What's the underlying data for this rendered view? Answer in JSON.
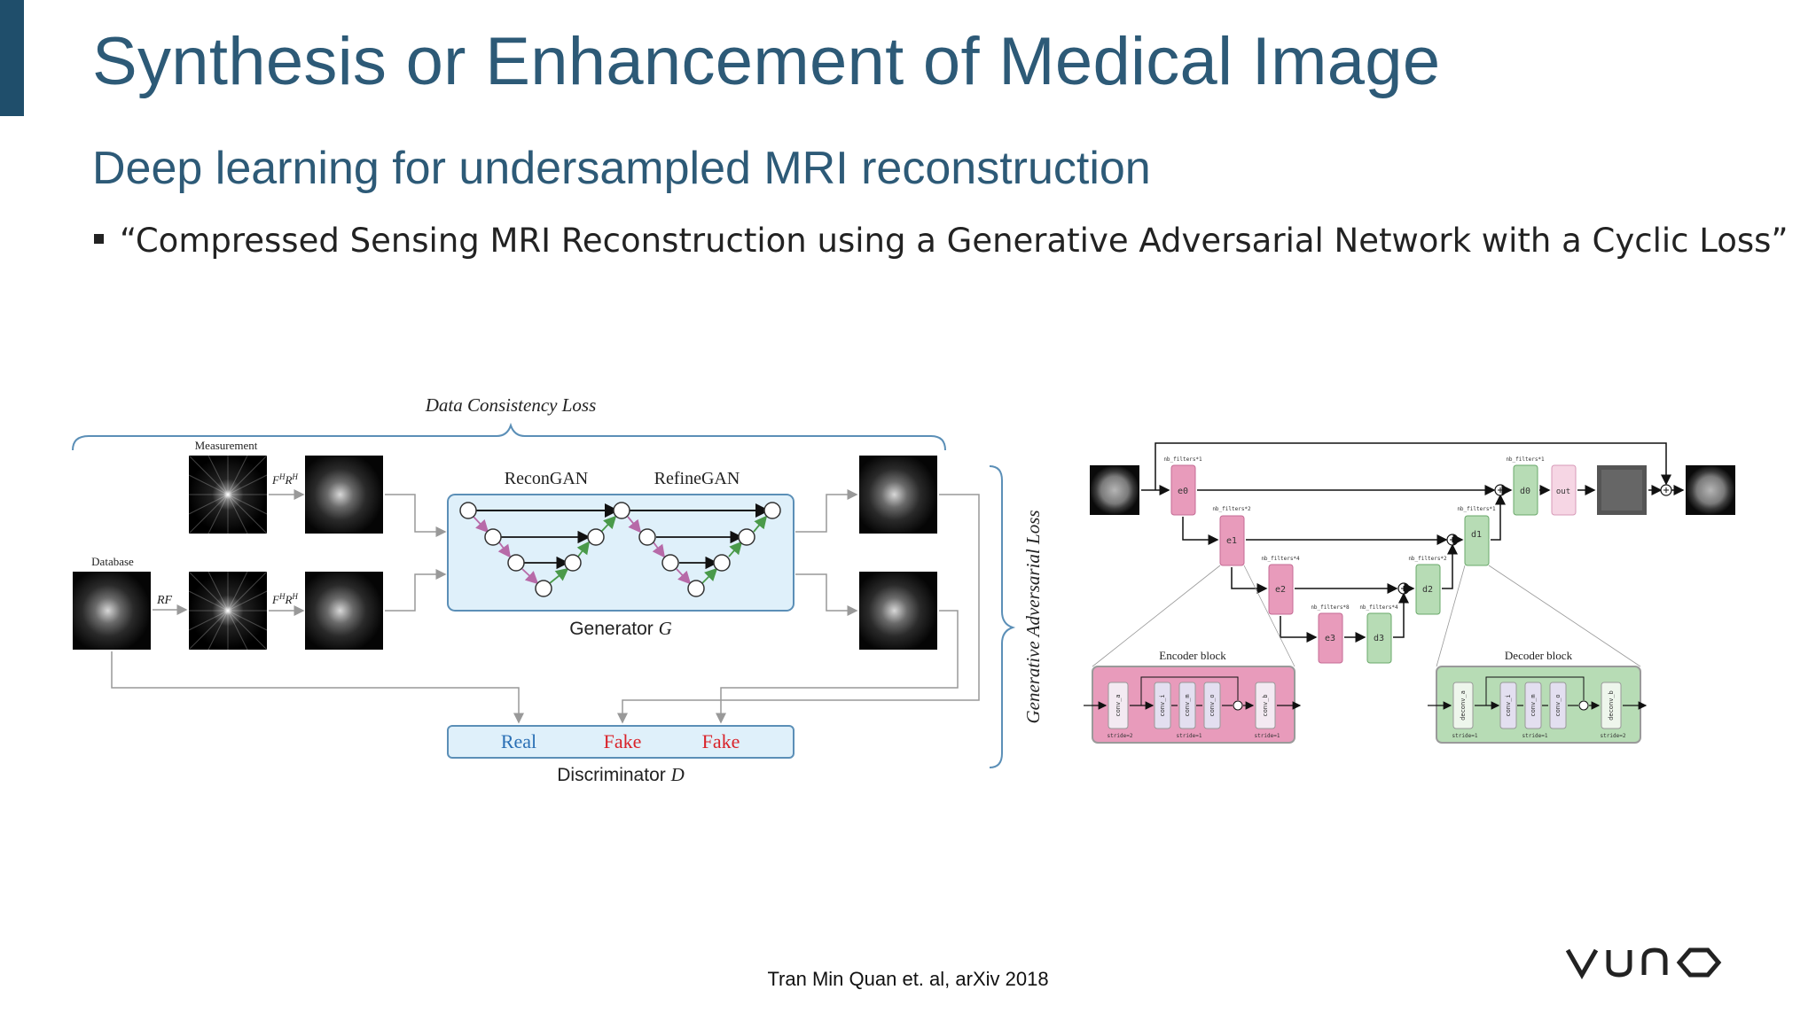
{
  "slide": {
    "title": "Synthesis or Enhancement of Medical Image",
    "subtitle": "Deep learning for undersampled MRI reconstruction",
    "bullet": "“Compressed Sensing MRI Reconstruction using a Generative Adversarial Network with a Cyclic Loss”",
    "citation": "Tran Min Quan et. al, arXiv 2018",
    "logo_text": "VUNO"
  },
  "left_diagram": {
    "data_consistency_loss": "Data Consistency Loss",
    "measurement_label": "Measurement",
    "database_label": "Database",
    "rf_label": "RF",
    "fhrh_label_top": "F",
    "fhrh_label_bottom": "F",
    "fhrh_sup": "H",
    "fhrh_r": "R",
    "recon_gan": "ReconGAN",
    "refine_gan": "RefineGAN",
    "generator_label": "Generator",
    "generator_symbol": "G",
    "discriminator_label": "Discriminator",
    "discriminator_symbol": "D",
    "real_label": "Real",
    "fake_label_1": "Fake",
    "fake_label_2": "Fake",
    "adversarial_loss": "Generative Adversarial Loss"
  },
  "right_diagram": {
    "blocks": {
      "e0": "e0",
      "e1": "e1",
      "e2": "e2",
      "e3": "e3",
      "d0": "d0",
      "d1": "d1",
      "d2": "d2",
      "d3": "d3",
      "out": "out"
    },
    "filters": {
      "e0": "nb_filters*1",
      "e1": "nb_filters*2",
      "e2": "nb_filters*4",
      "e3": "nb_filters*8",
      "d3": "nb_filters*4",
      "d2": "nb_filters*2",
      "d1": "nb_filters*1",
      "d0": "nb_filters*1"
    },
    "encoder_block": {
      "title": "Encoder block",
      "layers": [
        "conv_a",
        "conv_i",
        "conv_m",
        "conv_o",
        "conv_b"
      ],
      "strides": [
        "stride=2",
        "stride=1",
        "stride=1"
      ]
    },
    "decoder_block": {
      "title": "Decoder block",
      "layers": [
        "deconv_a",
        "conv_i",
        "conv_m",
        "conv_o",
        "deconv_b"
      ],
      "strides": [
        "stride=1",
        "stride=1",
        "stride=2"
      ]
    }
  },
  "colors": {
    "title": "#2d5a77",
    "accent": "#1f4e6b",
    "generator_fill": "#dff0fa",
    "generator_stroke": "#5b8fb7",
    "real": "#2a6fb5",
    "fake": "#d9232a",
    "encoder_pink": "#e89bbb",
    "decoder_green": "#b7dcb5"
  }
}
